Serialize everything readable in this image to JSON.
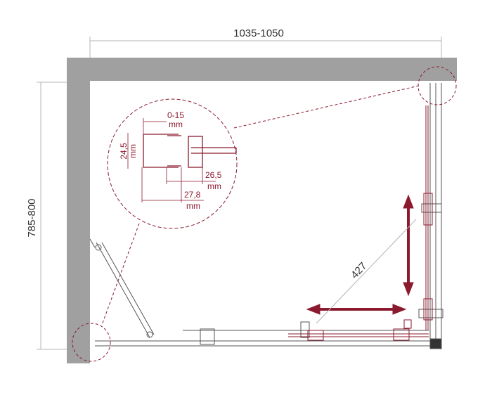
{
  "dimensions": {
    "width": "1035-1050",
    "depth": "785-800",
    "diagonal": "427"
  },
  "detail": {
    "gap": "0-15",
    "gap_unit": "mm",
    "height": "24,5",
    "height_unit": "mm",
    "inner": "26,5",
    "inner_unit": "mm",
    "outer": "27,8",
    "outer_unit": "mm"
  },
  "colors": {
    "wall": "#a0a0a0",
    "accent": "#8b1a2e",
    "dimension_line": "#b5b5b5"
  }
}
